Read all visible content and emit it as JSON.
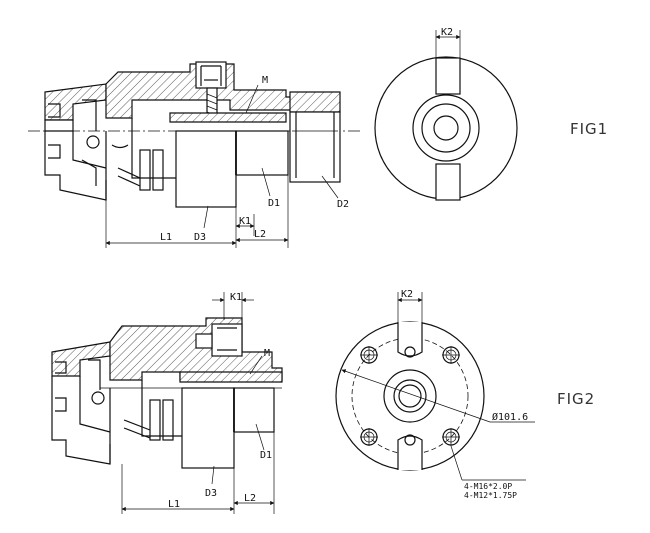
{
  "fig1": {
    "label": "FIG1",
    "dims": {
      "M": "M",
      "D1": "D1",
      "D2": "D2",
      "D3": "D3",
      "K1": "K1",
      "L1": "L1",
      "L2": "L2",
      "K2": "K2"
    }
  },
  "fig2": {
    "label": "FIG2",
    "dims": {
      "M": "M",
      "D1": "D1",
      "D3": "D3",
      "K1": "K1",
      "L1": "L1",
      "L2": "L2",
      "K2": "K2",
      "diameter": "Ø101.6"
    },
    "thread_note_1": "4-M16*2.0P",
    "thread_note_2": "4-M12*1.75P"
  }
}
